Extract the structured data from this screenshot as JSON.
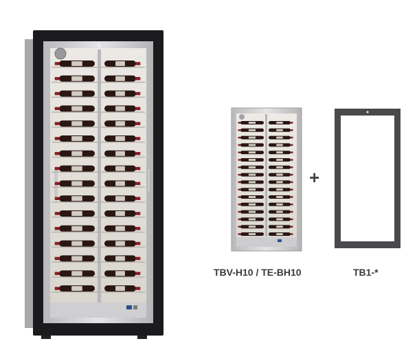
{
  "products": {
    "cabinet_caption": "TBV-H10 / TE-BH10",
    "frame_caption": "TB1-*",
    "plus_sign": "+"
  },
  "colors": {
    "frame_black": "#1b1b1d",
    "cabinet_steel": "#c9c9cb",
    "interior_glass": "#e6e2dc",
    "bottle_dark": "#2a1612",
    "bottle_cap": "#8a1e22",
    "frame_gray": "#4a4a4d"
  },
  "bottle_rows": 16
}
